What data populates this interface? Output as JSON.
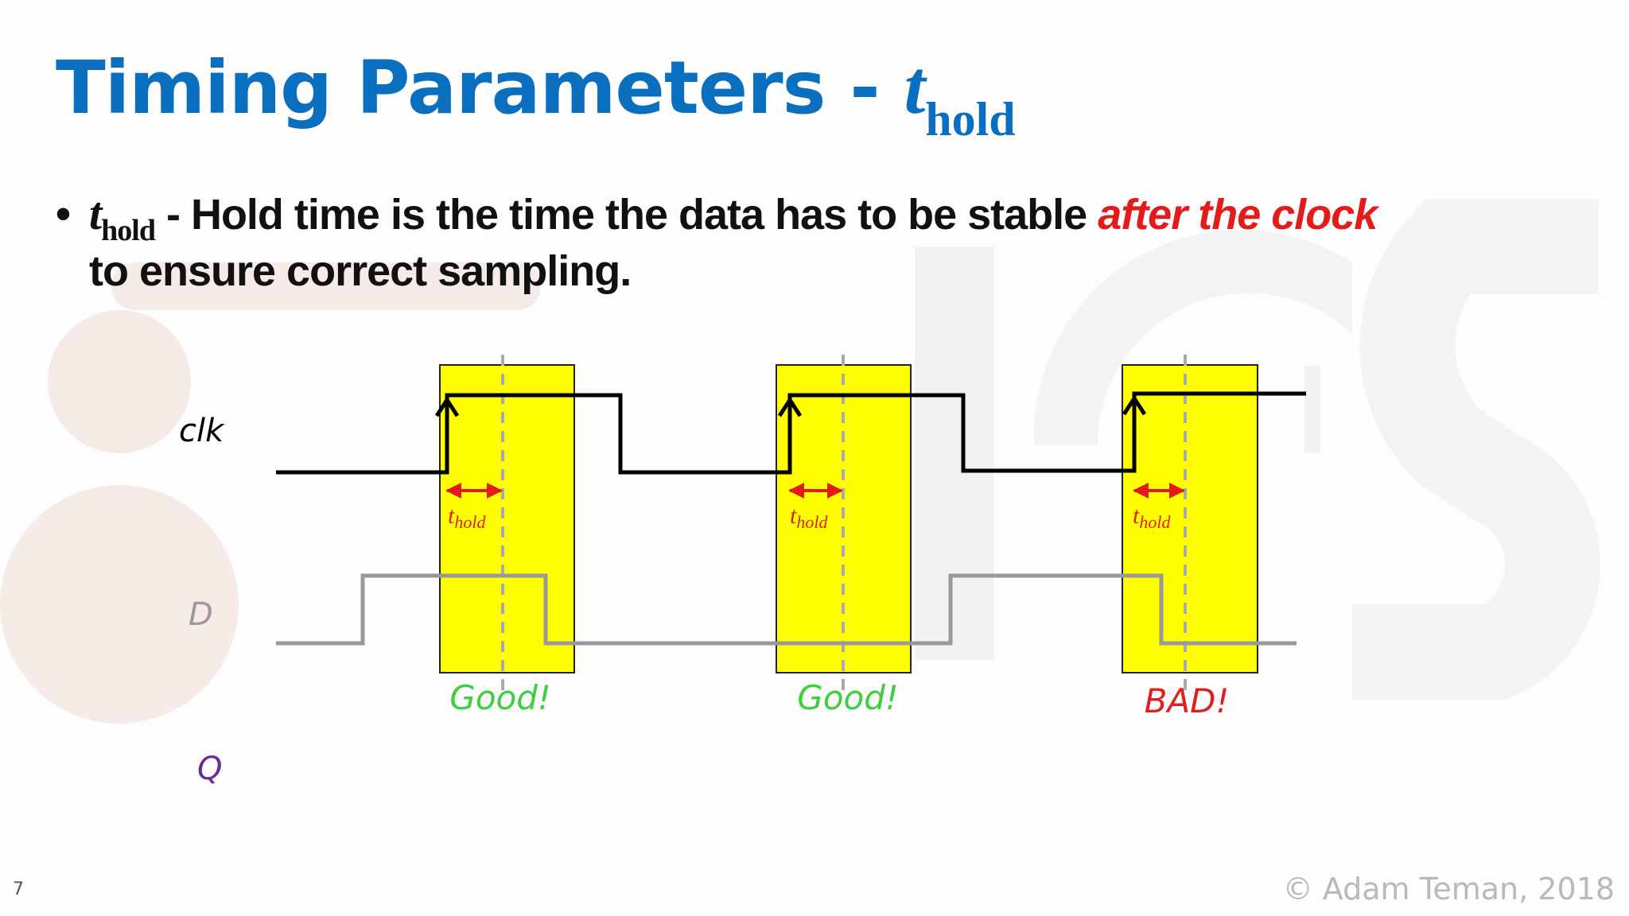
{
  "slide": {
    "title_prefix": "Timing Parameters - ",
    "title_symbol": "t",
    "title_subscript": "hold",
    "page_number": "7",
    "copyright": "© Adam Teman, 2018"
  },
  "bullet": {
    "symbol": "t",
    "subscript": "hold",
    "text_before": " - Hold time is the time the data has to be stable ",
    "emphasis": "after the clock",
    "text_line2": "to ensure correct sampling."
  },
  "diagram": {
    "signal_labels": {
      "clk": "clk",
      "d": "D",
      "q": "Q"
    },
    "thold_symbol": "t",
    "thold_subscript": "hold",
    "verdicts": [
      "Good!",
      "Good!",
      "BAD!"
    ],
    "colors": {
      "window": "#ffff00",
      "clk": "#000000",
      "data": "#999999",
      "arrow": "#e21a1a",
      "good": "#3ecf3e",
      "bad": "#e02020",
      "q_label": "#6a2d8f",
      "title": "#0b6fc0"
    }
  }
}
